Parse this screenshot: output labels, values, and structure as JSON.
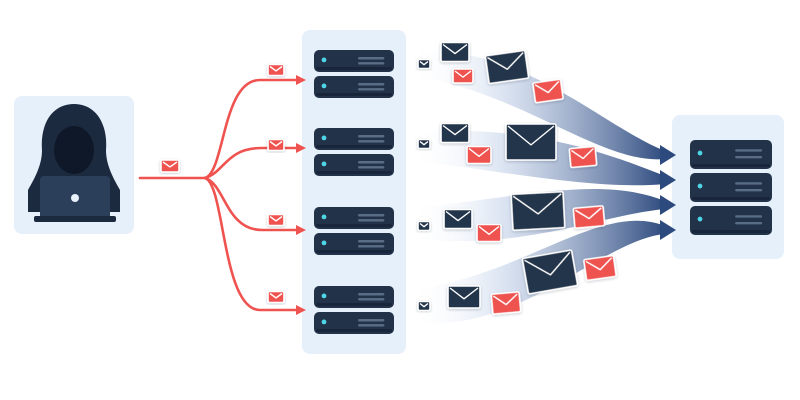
{
  "scene": {
    "attacker": {
      "icon": "hooded-hacker-with-laptop-icon"
    },
    "relay_servers": [
      {
        "id": "relay-server-1",
        "icon": "server-rack-icon"
      },
      {
        "id": "relay-server-2",
        "icon": "server-rack-icon"
      },
      {
        "id": "relay-server-3",
        "icon": "server-rack-icon"
      },
      {
        "id": "relay-server-4",
        "icon": "server-rack-icon"
      }
    ],
    "target_server": {
      "icon": "server-rack-icon"
    },
    "mail_icon": "envelope-icon"
  },
  "colors": {
    "panel_bg": "#e6f0fb",
    "server_body": "#223248",
    "server_dark": "#18253a",
    "server_led": "#4fd6e6",
    "server_slot": "#5a6d86",
    "attack_path": "#ef5350",
    "envelope_red": "#ef5350",
    "envelope_navy": "#23344c",
    "flood_stream": "#2d4a7e",
    "hood": "#1c2a40",
    "laptop": "#2c3f5a"
  }
}
